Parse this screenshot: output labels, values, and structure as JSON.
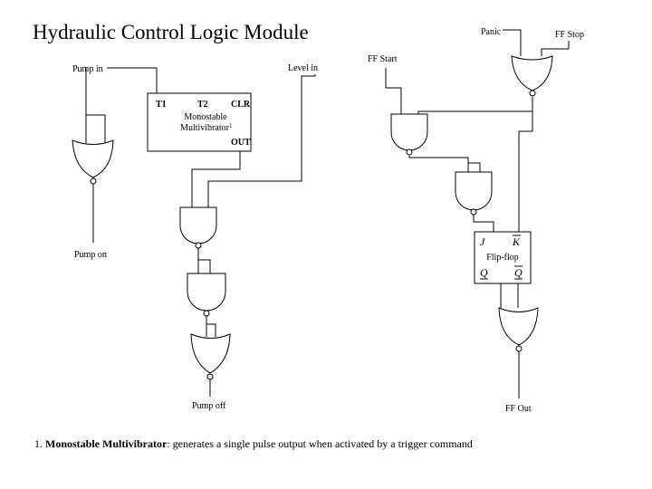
{
  "title": "Hydraulic Control Logic Module",
  "inputs": {
    "pump_in": "Pump in",
    "level_in": "Level in",
    "ff_start": "FF Start",
    "panic": "Panic",
    "ff_stop": "FF Stop"
  },
  "outputs": {
    "pump_on": "Pump on",
    "pump_off": "Pump off",
    "ff_out": "FF Out"
  },
  "monostable": {
    "t1": "T1",
    "t2": "T2",
    "clr": "CLR",
    "name_line1": "Monostable",
    "name_line2": "Multivibrator",
    "footnote_mark": "1",
    "out": "OUT"
  },
  "flipflop": {
    "j": "J",
    "k": "K",
    "name": "Flip-flop",
    "q": "Q",
    "qbar": "Q"
  },
  "footnote": {
    "number": "1.",
    "term": "Monostable Multivibrator",
    "text": ": generates a single pulse output when activated by a trigger command"
  }
}
